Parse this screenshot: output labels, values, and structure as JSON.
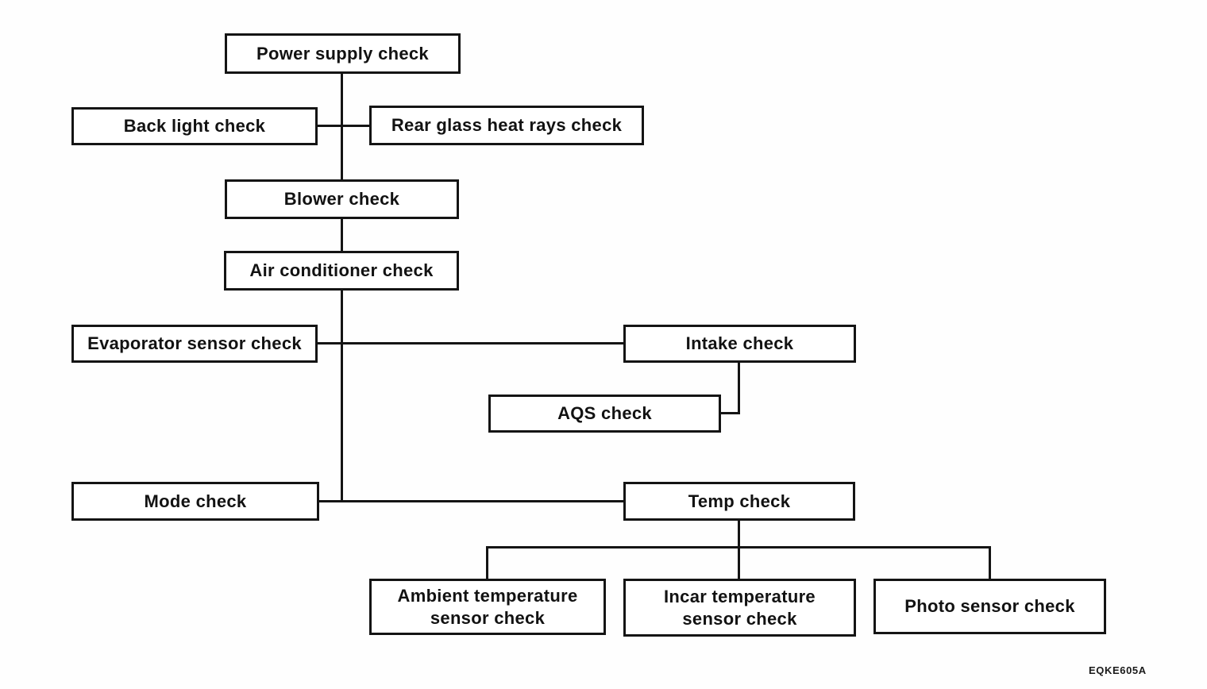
{
  "diagram": {
    "code_label": "EQKE605A",
    "line_color": "#141414",
    "background_color": "#ffffff",
    "nodes": [
      {
        "id": "power-supply-check",
        "label": "Power supply check"
      },
      {
        "id": "back-light-check",
        "label": "Back light check"
      },
      {
        "id": "rear-glass-heat-rays-check",
        "label": "Rear glass heat rays check"
      },
      {
        "id": "blower-check",
        "label": "Blower check"
      },
      {
        "id": "air-conditioner-check",
        "label": "Air conditioner check"
      },
      {
        "id": "evaporator-sensor-check",
        "label": "Evaporator sensor check"
      },
      {
        "id": "intake-check",
        "label": "Intake check"
      },
      {
        "id": "aqs-check",
        "label": "AQS check"
      },
      {
        "id": "mode-check",
        "label": "Mode check"
      },
      {
        "id": "temp-check",
        "label": "Temp check"
      },
      {
        "id": "ambient-temperature-sensor-check",
        "lines": [
          "Ambient temperature",
          "sensor check"
        ]
      },
      {
        "id": "incar-temperature-sensor-check",
        "lines": [
          "Incar temperature",
          "sensor check"
        ]
      },
      {
        "id": "photo-sensor-check",
        "label": "Photo sensor check"
      }
    ],
    "connections": [
      "Power supply check -> Blower check",
      "Back light check - Rear glass heat rays check (branch off main trunk)",
      "Blower check -> Air conditioner check",
      "Air conditioner check -> trunk down to Mode/Temp line",
      "Evaporator sensor check - Intake check (branch off main trunk)",
      "Intake check -> AQS check",
      "Mode check - Temp check (end of main trunk)",
      "Temp check -> Ambient temperature sensor check, Incar temperature sensor check, Photo sensor check"
    ]
  }
}
